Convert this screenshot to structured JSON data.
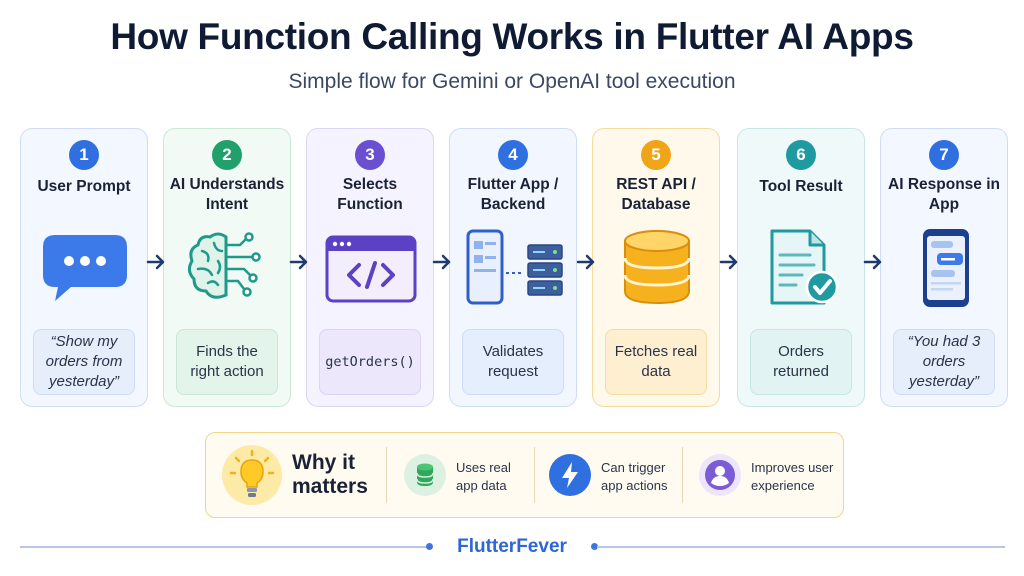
{
  "header": {
    "title": "How Function Calling Works in Flutter AI Apps",
    "subtitle": "Simple flow for Gemini or OpenAI tool execution"
  },
  "steps": [
    {
      "number": "1",
      "title": "User Prompt",
      "note": "“Show my orders from yesterday”",
      "icon": "chat-bubble-icon",
      "accent": "#2f6fe0"
    },
    {
      "number": "2",
      "title": "AI Understands Intent",
      "note": "Finds the right action",
      "icon": "ai-brain-icon",
      "accent": "#22a06b"
    },
    {
      "number": "3",
      "title": "Selects Function",
      "note": "getOrders()",
      "icon": "code-window-icon",
      "accent": "#6a4fd0"
    },
    {
      "number": "4",
      "title": "Flutter App / Backend",
      "note": "Validates request",
      "icon": "phone-server-icon",
      "accent": "#2f6fe0"
    },
    {
      "number": "5",
      "title": "REST API / Database",
      "note": "Fetches real data",
      "icon": "database-icon",
      "accent": "#f0a418"
    },
    {
      "number": "6",
      "title": "Tool Result",
      "note": "Orders returned",
      "icon": "document-check-icon",
      "accent": "#1f9aa0"
    },
    {
      "number": "7",
      "title": "AI Response in App",
      "note": "“You had 3 orders yesterday”",
      "icon": "phone-chat-icon",
      "accent": "#2f6fe0"
    }
  ],
  "why": {
    "title": "Why it matters",
    "icon": "lightbulb-icon",
    "features": [
      {
        "label": "Uses real app data",
        "icon": "database-icon",
        "color": "#2fa85b"
      },
      {
        "label": "Can trigger app actions",
        "icon": "lightning-icon",
        "color": "#2f6fe0"
      },
      {
        "label": "Improves user experience",
        "icon": "user-icon",
        "color": "#7b5cd6"
      }
    ]
  },
  "footer": {
    "brand": "FlutterFever"
  }
}
